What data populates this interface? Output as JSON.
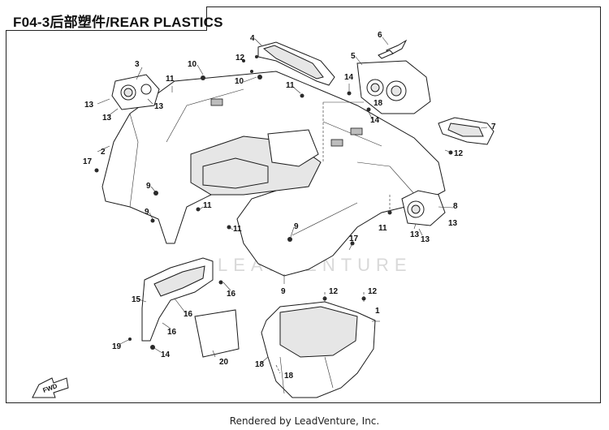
{
  "title": "F04-3后部塑件/REAR PLASTICS",
  "watermark": "LEADVENTURE",
  "fwd_label": "FWD",
  "footer": "Rendered by LeadVenture, Inc.",
  "callouts": {
    "c1": "1",
    "c2": "2",
    "c3": "3",
    "c4": "4",
    "c5": "5",
    "c6": "6",
    "c7": "7",
    "c8": "8",
    "c9a": "9",
    "c9b": "9",
    "c9c": "9",
    "c9d": "9",
    "c10a": "10",
    "c10b": "10",
    "c11a": "11",
    "c11b": "11",
    "c11c": "11",
    "c11d": "11",
    "c11e": "11",
    "c12a": "12",
    "c12b": "12",
    "c12c": "12",
    "c12d": "12",
    "c13a": "13",
    "c13b": "13",
    "c13c": "13",
    "c13d": "13",
    "c13e": "13",
    "c13f": "13",
    "c14a": "14",
    "c14b": "14",
    "c14c": "14",
    "c15": "15",
    "c16a": "16",
    "c16b": "16",
    "c16c": "16",
    "c17a": "17",
    "c17b": "17",
    "c18a": "18",
    "c18b": "18",
    "c18c": "18",
    "c19": "19",
    "c20": "20"
  }
}
